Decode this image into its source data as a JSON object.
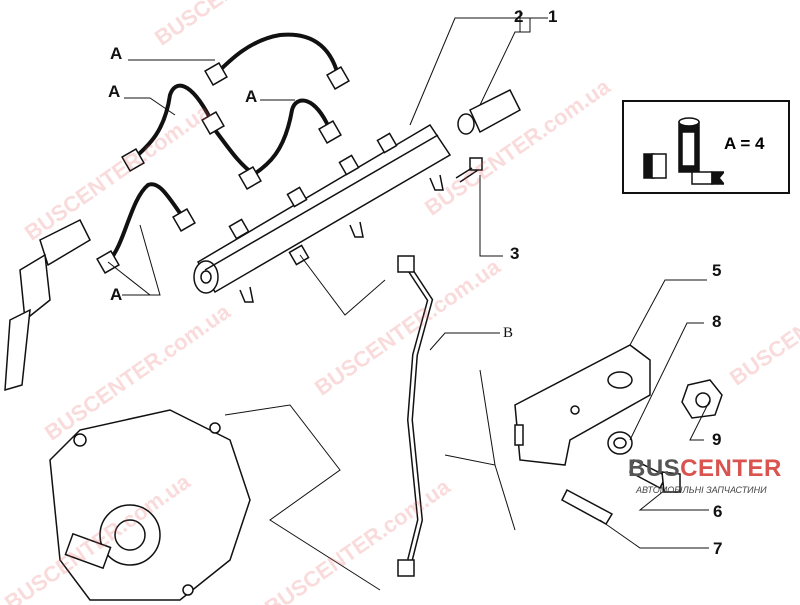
{
  "diagram": {
    "labels": {
      "a1": "A",
      "a2": "A",
      "a3": "A",
      "a4": "A",
      "b": "B",
      "n1": "1",
      "n2": "2",
      "n3": "3",
      "n5": "5",
      "n6": "6",
      "n7": "7",
      "n8": "8",
      "n9": "9"
    },
    "inset": {
      "text": "A = 4",
      "icon": "sealant-tube-icon"
    },
    "logo": {
      "brand_prefix": "BUS",
      "brand_suffix": "CENTER",
      "tagline": "АВТОМОБІЛЬНІ ЗАПЧАСТИНИ"
    },
    "watermark": "BUSCENTER.com.ua",
    "colors": {
      "line": "#111111",
      "watermark": "#e65a5a"
    }
  }
}
